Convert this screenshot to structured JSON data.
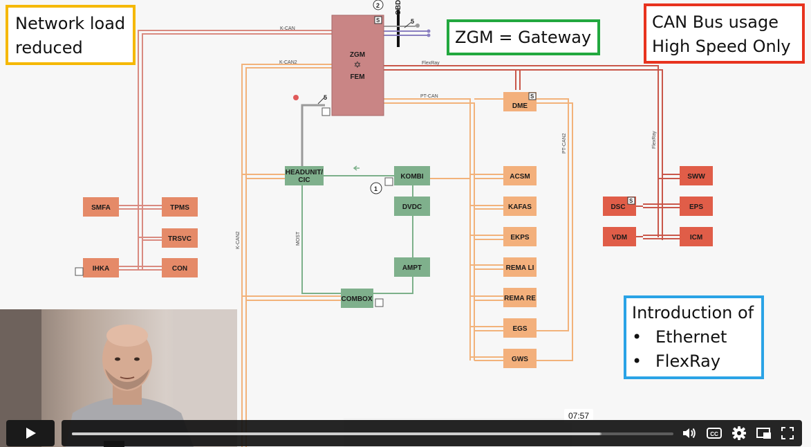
{
  "callouts": {
    "network_load": [
      "Network load",
      "reduced"
    ],
    "zgm_gateway": "ZGM = Gateway",
    "can_bus": [
      "CAN Bus usage",
      "High Speed Only"
    ],
    "introduction": {
      "heading": "Introduction of",
      "items": [
        "Ethernet",
        "FlexRay"
      ]
    }
  },
  "diagram": {
    "gateway": {
      "line1": "ZGM",
      "symbol": "✡",
      "line2": "FEM",
      "marker": "S"
    },
    "obd_label": "OBD",
    "markers": {
      "circle_1": "1",
      "circle_2": "2",
      "five_a": "5",
      "five_b": "5",
      "dsc_s": "S",
      "dme_s": "S"
    },
    "buses": {
      "k_can": "K-CAN",
      "k_can2_top": "K-CAN2",
      "k_can2_vertical": "K-CAN2",
      "flexray_top": "FlexRay",
      "flexray_vertical": "FlexRay",
      "pt_can": "PT-CAN",
      "pt_can2": "PT-CAN2",
      "most": "MOST"
    },
    "ecus": {
      "smfa": "SMFA",
      "tpms": "TPMS",
      "trsvc": "TRSVC",
      "ihka": "IHKA",
      "con": "CON",
      "headunit_l1": "HEADUNIT/",
      "headunit_l2": "CIC",
      "kombi": "KOMBI",
      "dvdc": "DVDC",
      "ampt": "AMPT",
      "combox": "COMBOX",
      "dme": "DME",
      "acsm": "ACSM",
      "kafas": "KAFAS",
      "ekps": "EKPS",
      "rema_li": "REMA LI",
      "rema_re": "REMA RE",
      "egs": "EGS",
      "gws": "GWS",
      "dsc": "DSC",
      "vdm": "VDM",
      "sww": "SWW",
      "eps": "EPS",
      "icm": "ICM"
    }
  },
  "video": {
    "tooltip_time": "07:57",
    "played_fraction": 0.878,
    "buffered_fraction": 0.881
  },
  "colors": {
    "k_can": "#d98a80",
    "k_can2": "#f2b27a",
    "pt_can": "#f2b27a",
    "flexray": "#c9574a",
    "most": "#7cb08a",
    "ecu_salmon": "#e58a68",
    "ecu_red": "#e05d48",
    "ecu_green": "#7fb08c",
    "ecu_orange": "#f3b07c",
    "gateway": "#c98585"
  },
  "icons": [
    "play-icon",
    "volume-icon",
    "closed-captions-icon",
    "settings-icon",
    "picture-in-picture-icon",
    "fullscreen-icon"
  ]
}
